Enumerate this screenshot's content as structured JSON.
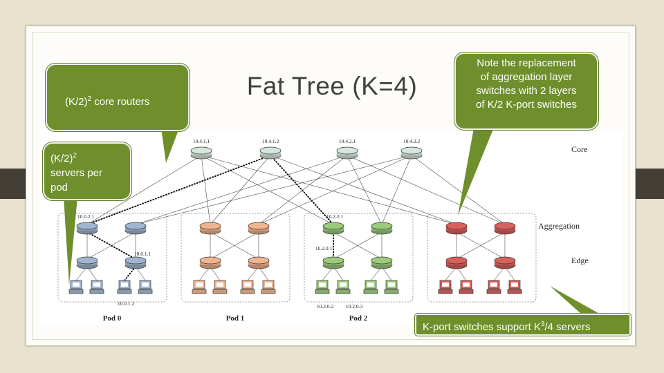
{
  "slide": {
    "title": "Fat Tree (K=4)"
  },
  "callouts": {
    "core_routers": {
      "base": "(K/2)",
      "exp": "2",
      "rest": " core routers"
    },
    "servers_per_pod": {
      "base": "(K/2)",
      "exp": "2",
      "rest_line1": "servers per",
      "rest_line2": "pod"
    },
    "note": {
      "line1": "Note the replacement",
      "line2": "of aggregation layer",
      "line3": "switches with 2 layers",
      "line4": "of K/2 K-port switches"
    },
    "k_port": {
      "pre": "K-port switches support K",
      "exp": "3",
      "post": "/4 servers"
    }
  },
  "diagram": {
    "layers": {
      "core": "Core",
      "aggregation": "Aggregation",
      "edge": "Edge"
    },
    "core_addresses": [
      "10.4.1.1",
      "10.4.1.2",
      "10.4.2.1",
      "10.4.2.2"
    ],
    "pods": [
      {
        "label": "Pod 0",
        "color": "#9fb6cf",
        "agg_address": "10.0.2.1",
        "edge_address": "10.0.1.1",
        "server_address": "10.0.1.2"
      },
      {
        "label": "Pod 1",
        "color": "#f0b48e"
      },
      {
        "label": "Pod 2",
        "color": "#9ccb7c",
        "agg_address": "10.2.2.1",
        "edge_address": "10.2.0.1",
        "server_addresses": [
          "10.2.0.2",
          "10.2.0.3"
        ]
      },
      {
        "label": "",
        "color": "#d9605c"
      }
    ],
    "colors": {
      "core_switch": "#d7e6dc",
      "link": "#4a4a4a",
      "callout_fill": "#6e8f2c",
      "background": "#e9e2cf"
    }
  }
}
